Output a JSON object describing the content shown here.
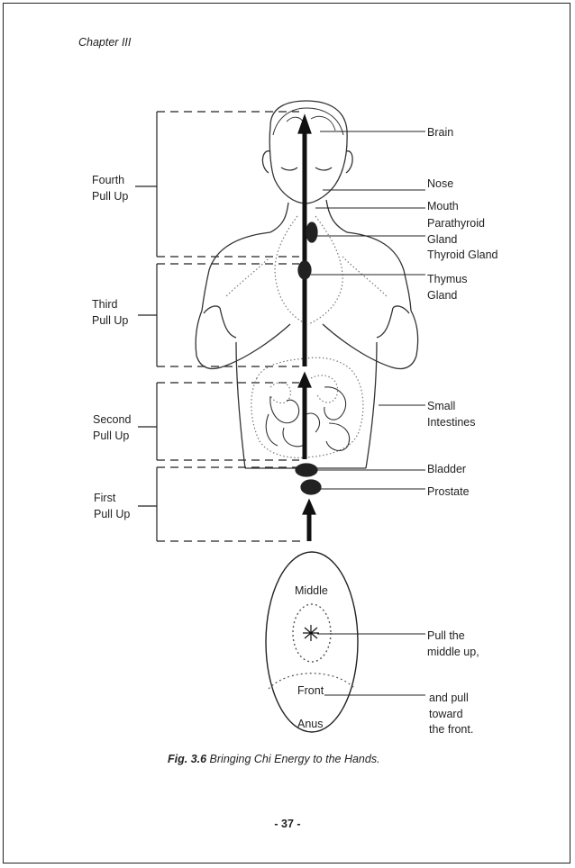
{
  "header": {
    "chapter": "Chapter III"
  },
  "pulls": {
    "fourth": "Fourth\nPull Up",
    "third": "Third\nPull  Up",
    "second": "Second\nPull Up",
    "first": "First\nPull Up"
  },
  "organs": {
    "brain": "Brain",
    "nose": "Nose",
    "mouth": "Mouth",
    "parathyroid": "Parathyroid\nGland",
    "thyroid": "Thyroid Gland",
    "thymus": "Thymus\nGland",
    "small_intestines": "Small\nIntestines",
    "bladder": "Bladder",
    "prostate": "Prostate"
  },
  "anus_diagram": {
    "middle": "Middle",
    "front": "Front",
    "anus": "Anus",
    "pull_middle": "Pull the\nmiddle up,",
    "pull_front": "and pull\n toward\nthe front."
  },
  "caption": {
    "fig_number": "Fig. 3.6",
    "text": " Bringing Chi Energy to the Hands."
  },
  "page_number": "- 37 -"
}
